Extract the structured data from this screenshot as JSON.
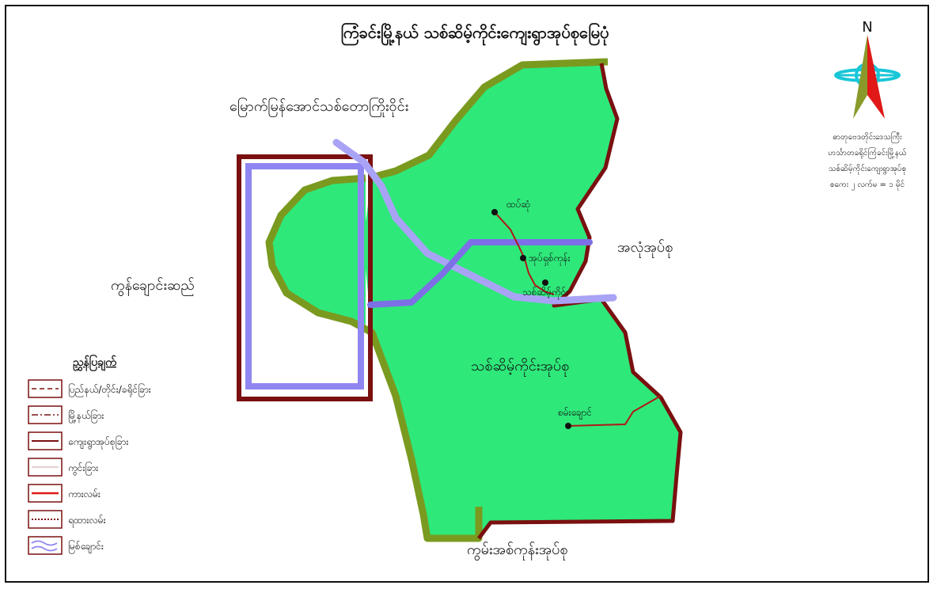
{
  "map": {
    "title": "ကြံခင်းမြို့နယ် သစ်ဆိမ့်ကိုင်းကျေးရွာအုပ်စုမြေပုံ",
    "north_label": "N",
    "scale_note": {
      "line1": "ဓာတုဗေဒတိုင်းဒေသကြီး",
      "line2": "ဟင်္သာတခရိုင်ကြံခင်းမြို့နယ်",
      "line3": "သစ်ဆိမ့်ကိုင်းကျေးရွာအုပ်စု",
      "line4": "စကေး ၂ လက်မ = ၁ မိုင်"
    },
    "regions": {
      "north": "မြောက်မြန်အောင်သစ်တောကြိုးဝိုင်း",
      "west": "ကွန်ချောင်းဆည်",
      "east": "အလုံအုပ်စု",
      "south": "ကွမ်းအစ်ကုန်းအုပ်စု",
      "center": "သစ်ဆိမ့်ကိုင်းအုပ်စု"
    },
    "villages": {
      "v1": "ထပ်ဆုံ",
      "v2": "အုပ်ရှစ်ကုန်း",
      "v3": "သစ်ဆိမ့်ကိုင်း",
      "v4": "စမ်းချောင်"
    },
    "colors": {
      "land": "#2ee87a",
      "boundary_township": "#7a1010",
      "boundary_north": "#7a9a1f",
      "river": "#8f86f2",
      "road": "#b01818"
    }
  },
  "legend": {
    "title": "ညွှန်ပြချက်",
    "items": [
      {
        "label": "ပြည်နယ်/တိုင်း/ခရိုင်ခြား",
        "style": "dash"
      },
      {
        "label": "မြို့နယ်ခြား",
        "style": "dashdot"
      },
      {
        "label": "ကျေးရွာအုပ်စုခြား",
        "style": "solid"
      },
      {
        "label": "ကွင်းခြား",
        "style": "thin"
      },
      {
        "label": "ကားလမ်း",
        "style": "road"
      },
      {
        "label": "ရထားလမ်း",
        "style": "rail"
      },
      {
        "label": "မြစ်ချောင်း",
        "style": "river"
      }
    ]
  }
}
